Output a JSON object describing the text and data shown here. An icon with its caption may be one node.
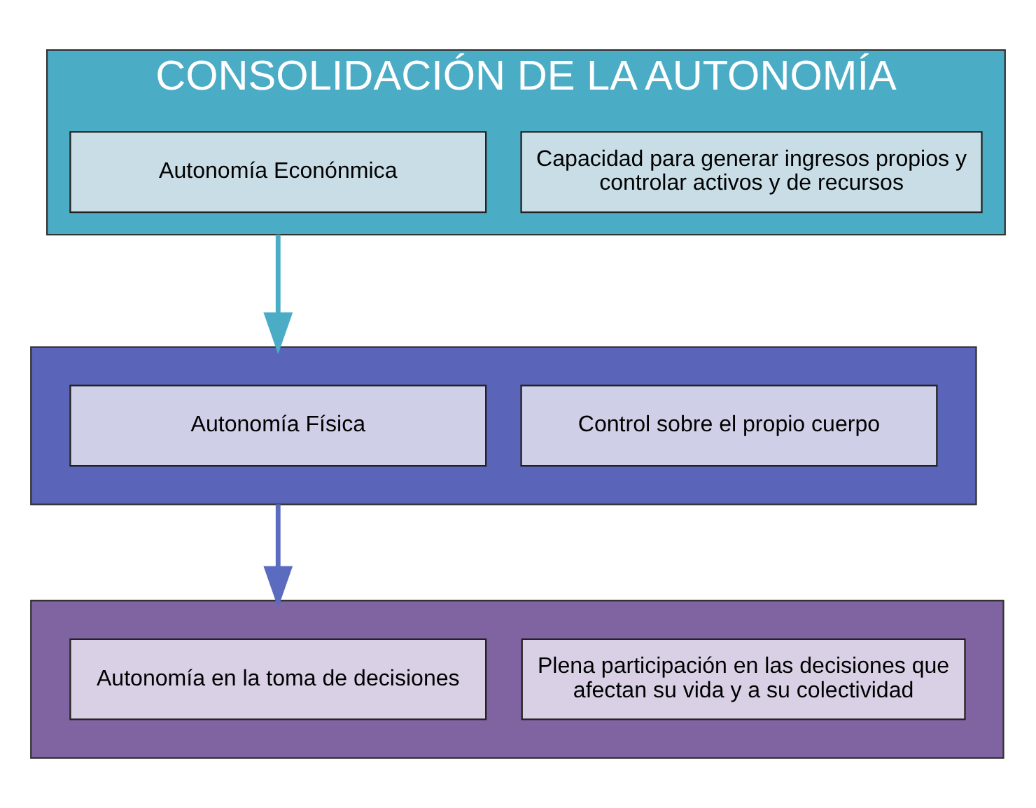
{
  "diagram": {
    "nodes": [
      {
        "text": [
          "CONSOLIDACIÓN DE LA AUTONOMÍA"
        ]
      },
      {
        "text": [
          "Autonomía Econónmica"
        ],
        "in": 0
      },
      {
        "text": [
          "Capacidad para generar ingresos propios y controlar activos y de recursos"
        ],
        "in": 0
      },
      {
        "text": [],
        "shape": "box"
      },
      {
        "text": [
          "Autonomía Física"
        ],
        "in": 3
      },
      {
        "text": [
          "Control sobre el propio cuerpo"
        ],
        "in": 3
      },
      {
        "text": [],
        "shape": "box"
      },
      {
        "text": [
          "Autonomía en la toma de decisiones"
        ],
        "in": 6
      },
      {
        "text": [
          "Plena participación en las decisiones que afectan su vida y a su colectividad"
        ],
        "in": 6
      }
    ],
    "edges": [
      {
        "from": 0,
        "to": 3,
        "arrow": "to",
        "color": "#4bacc6"
      },
      {
        "from": 3,
        "to": 6,
        "arrow": "to",
        "color": "#5b6bc0"
      }
    ]
  }
}
